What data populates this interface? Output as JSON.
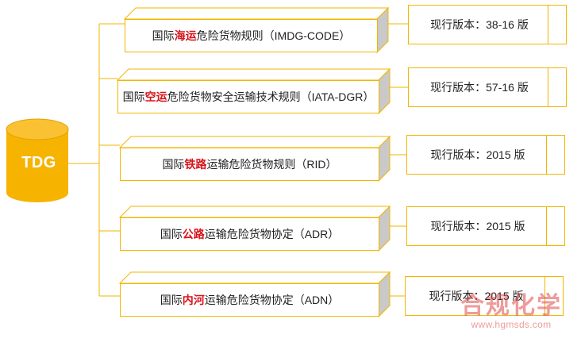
{
  "root": {
    "label": "TDG"
  },
  "regulations": [
    {
      "pre": "国际",
      "highlight": "海运",
      "post": "危险货物规则（IMDG-CODE）",
      "version": "现行版本：38-16 版"
    },
    {
      "pre": "国际",
      "highlight": "空运",
      "post": "危险货物安全运输技术规则（IATA-DGR）",
      "version": "现行版本：57-16 版"
    },
    {
      "pre": "国际",
      "highlight": "铁路",
      "post": "运输危险货物规则（RID）",
      "version": "现行版本：2015 版"
    },
    {
      "pre": "国际",
      "highlight": "公路",
      "post": "运输危险货物协定（ADR）",
      "version": "现行版本：2015 版"
    },
    {
      "pre": "国际",
      "highlight": "内河",
      "post": "运输危险货物协定（ADN）",
      "version": "现行版本：2015 版"
    }
  ],
  "watermark": {
    "text": "合规化学",
    "url": "www.hgmsds.com"
  },
  "colors": {
    "accent": "#f2b600",
    "cylinder": "#f6b300",
    "highlight": "#d8131c",
    "box_side": "#c9c9c9"
  }
}
